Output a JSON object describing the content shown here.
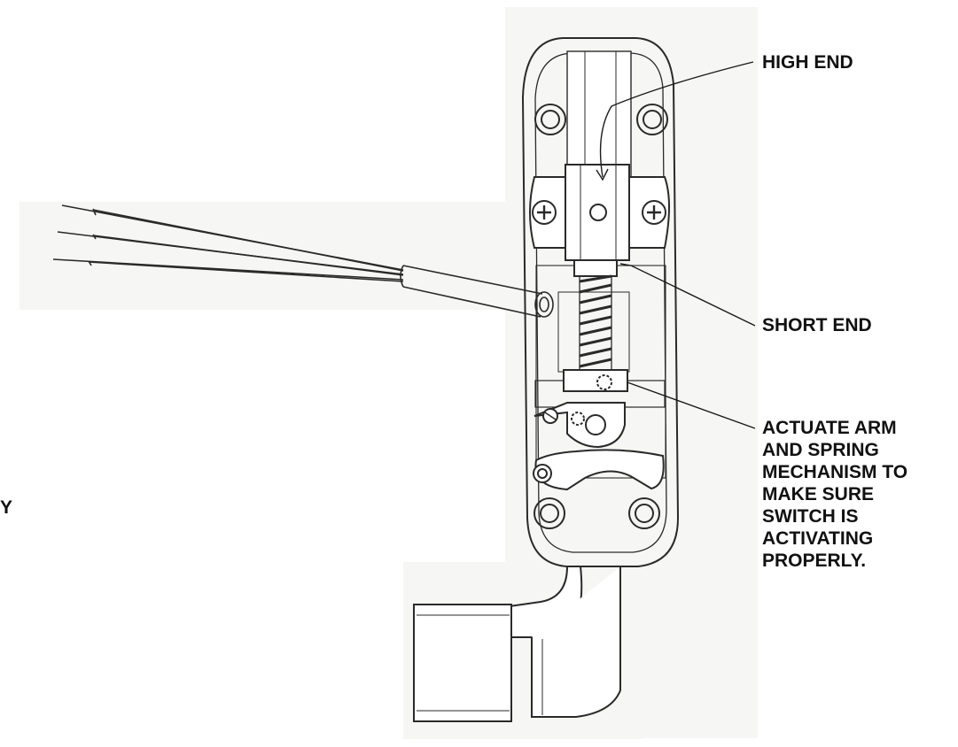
{
  "labels": {
    "high_end": "HIGH END",
    "short_end": "SHORT END",
    "actuate": "ACTUATE ARM\nAND SPRING\nMECHANISM TO\nMAKE SURE\nSWITCH IS\nACTIVATING\nPROPERLY.",
    "edge_fragment": "Y"
  },
  "colors": {
    "line": "#2a2a2a",
    "text": "#111111",
    "paper_tint": "#f6f6f4"
  }
}
